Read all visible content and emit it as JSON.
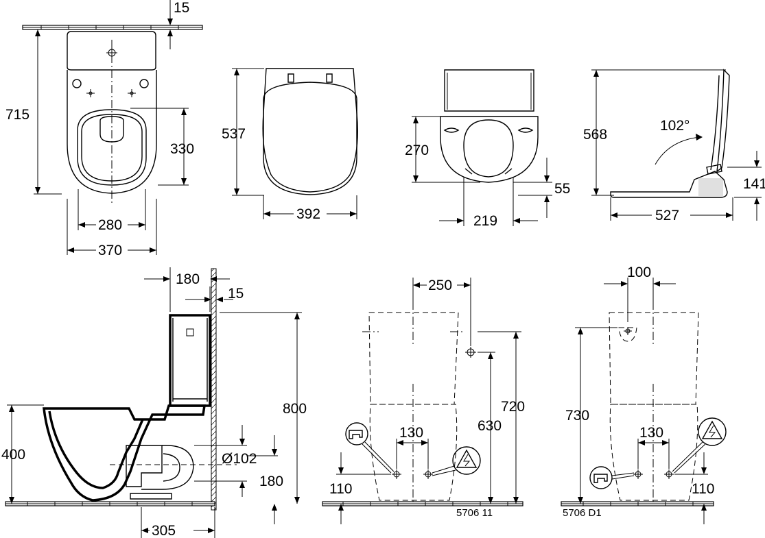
{
  "views": {
    "top": {
      "dim_wall": "15",
      "dim_depth": "715",
      "dim_bowl": "330",
      "dim_inner_width": "280",
      "dim_outer_width": "370"
    },
    "seat_closed": {
      "dim_length": "537",
      "dim_width": "392"
    },
    "seat_open": {
      "dim_depth": "270",
      "dim_width": "219",
      "dim_offset": "55"
    },
    "seat_side": {
      "dim_height": "568",
      "angle": "102°",
      "dim_hinge_height": "141",
      "dim_length": "527"
    },
    "side_section": {
      "dim_top_depth": "180",
      "dim_wall": "15",
      "dim_total_height": "800",
      "dim_bowl_height": "400",
      "dim_outlet_diameter": "Ø102",
      "dim_outlet_height": "180",
      "dim_outlet_distance": "305"
    },
    "rear_left": {
      "dim_spacing": "250",
      "dim_height": "720",
      "dim_height_inner": "630",
      "dim_holes": "130",
      "dim_floor": "110",
      "code": "5706 11"
    },
    "rear_right": {
      "dim_spacing": "100",
      "dim_height": "730",
      "dim_holes": "130",
      "dim_floor": "110",
      "code": "5706 D1"
    }
  }
}
